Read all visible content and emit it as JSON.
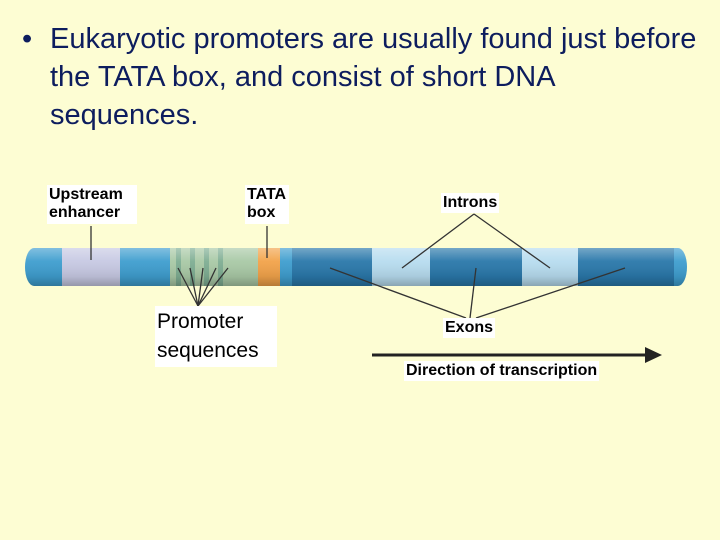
{
  "slide": {
    "bullet": "•",
    "text": "Eukaryotic promoters are usually found just before the TATA box, and consist of short DNA sequences."
  },
  "labels": {
    "upstream_enhancer": "Upstream enhancer",
    "tata_box": "TATA box",
    "introns": "Introns",
    "promoter_sequences": "Promoter sequences",
    "exons": "Exons",
    "direction": "Direction of transcription"
  },
  "colors": {
    "background": "#fdfdd3",
    "title_text": "#0d1d5e",
    "dna_blue": "#3f9ecf",
    "exon_blue": "#2a78aa",
    "intron_light": "#b7dcef",
    "enhancer": "#c7c9e3",
    "promoter_green": "#a9c9a6",
    "tata_orange": "#f2a34a"
  }
}
